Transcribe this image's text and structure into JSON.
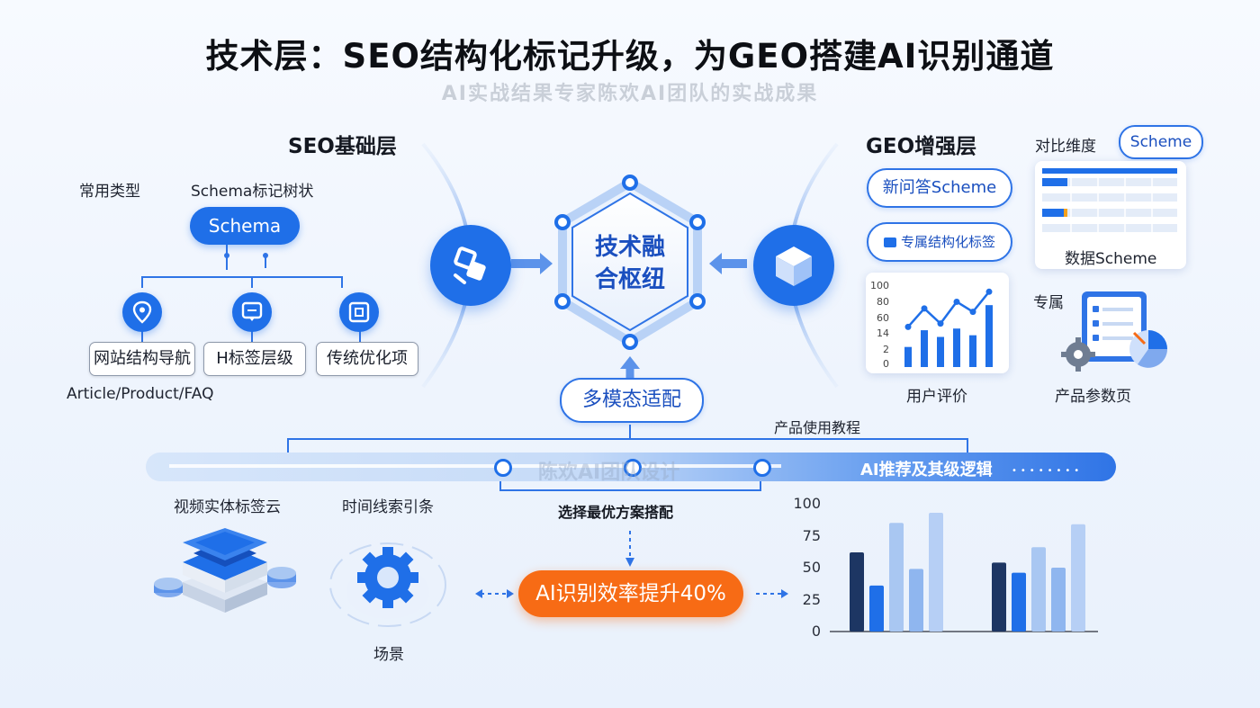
{
  "title": "技术层：SEO结构化标记升级，为GEO搭建AI识别通道",
  "subtitle": "AI实战结果专家陈欢AI团队的实战成果",
  "seo": {
    "heading": "SEO基础层",
    "common_types": "常用类型",
    "tree_label": "Schema标记树状",
    "root_pill": "Schema",
    "nodes": [
      "网站结构导航",
      "H标签层级",
      "传统优化项"
    ],
    "type_list": "Article/Product/FAQ"
  },
  "hub": {
    "label_line1": "技术融",
    "label_line2": "合枢纽",
    "multimodal": "多模态适配"
  },
  "geo": {
    "heading": "GEO增强层",
    "pill_qa": "新问答Scheme",
    "pill_tag": "专属结构化标签",
    "review_label": "用户评价",
    "mini_chart_ticks": [
      "100",
      "80",
      "60",
      "14",
      "2",
      "0"
    ],
    "compare_label": "对比维度",
    "scheme_bubble": "Scheme",
    "data_scheme": "数据Scheme",
    "exclusive": "专属",
    "product_page": "产品参数页"
  },
  "band": {
    "tutorial": "产品使用教程",
    "watermark": "陈欢AI团队设计",
    "right_label": "AI推荐及其级逻辑",
    "best_combo": "选择最优方案搭配"
  },
  "bottom": {
    "video_cloud": "视频实体标签云",
    "timeline": "时间线索引条",
    "scene": "场景",
    "efficiency": "AI识别效率提升40%"
  },
  "chart_data": [
    {
      "type": "bar",
      "title": "",
      "ylim": [
        0,
        100
      ],
      "yticks": [
        "100",
        "75",
        "50",
        "25",
        "0"
      ],
      "groups": [
        {
          "values": [
            62,
            36,
            85,
            49,
            93
          ]
        },
        {
          "values": [
            54,
            46,
            66,
            50,
            84
          ]
        }
      ],
      "colors": [
        "#1d3663",
        "#1f6fe8",
        "#a9c7f2",
        "#8fb6ef",
        "#b6cff5"
      ]
    },
    {
      "type": "bar+line",
      "title": "",
      "ylim": [
        0,
        100
      ],
      "bars": [
        24,
        44,
        36,
        46,
        38,
        74
      ],
      "line": [
        48,
        70,
        52,
        78,
        66,
        90
      ]
    }
  ]
}
